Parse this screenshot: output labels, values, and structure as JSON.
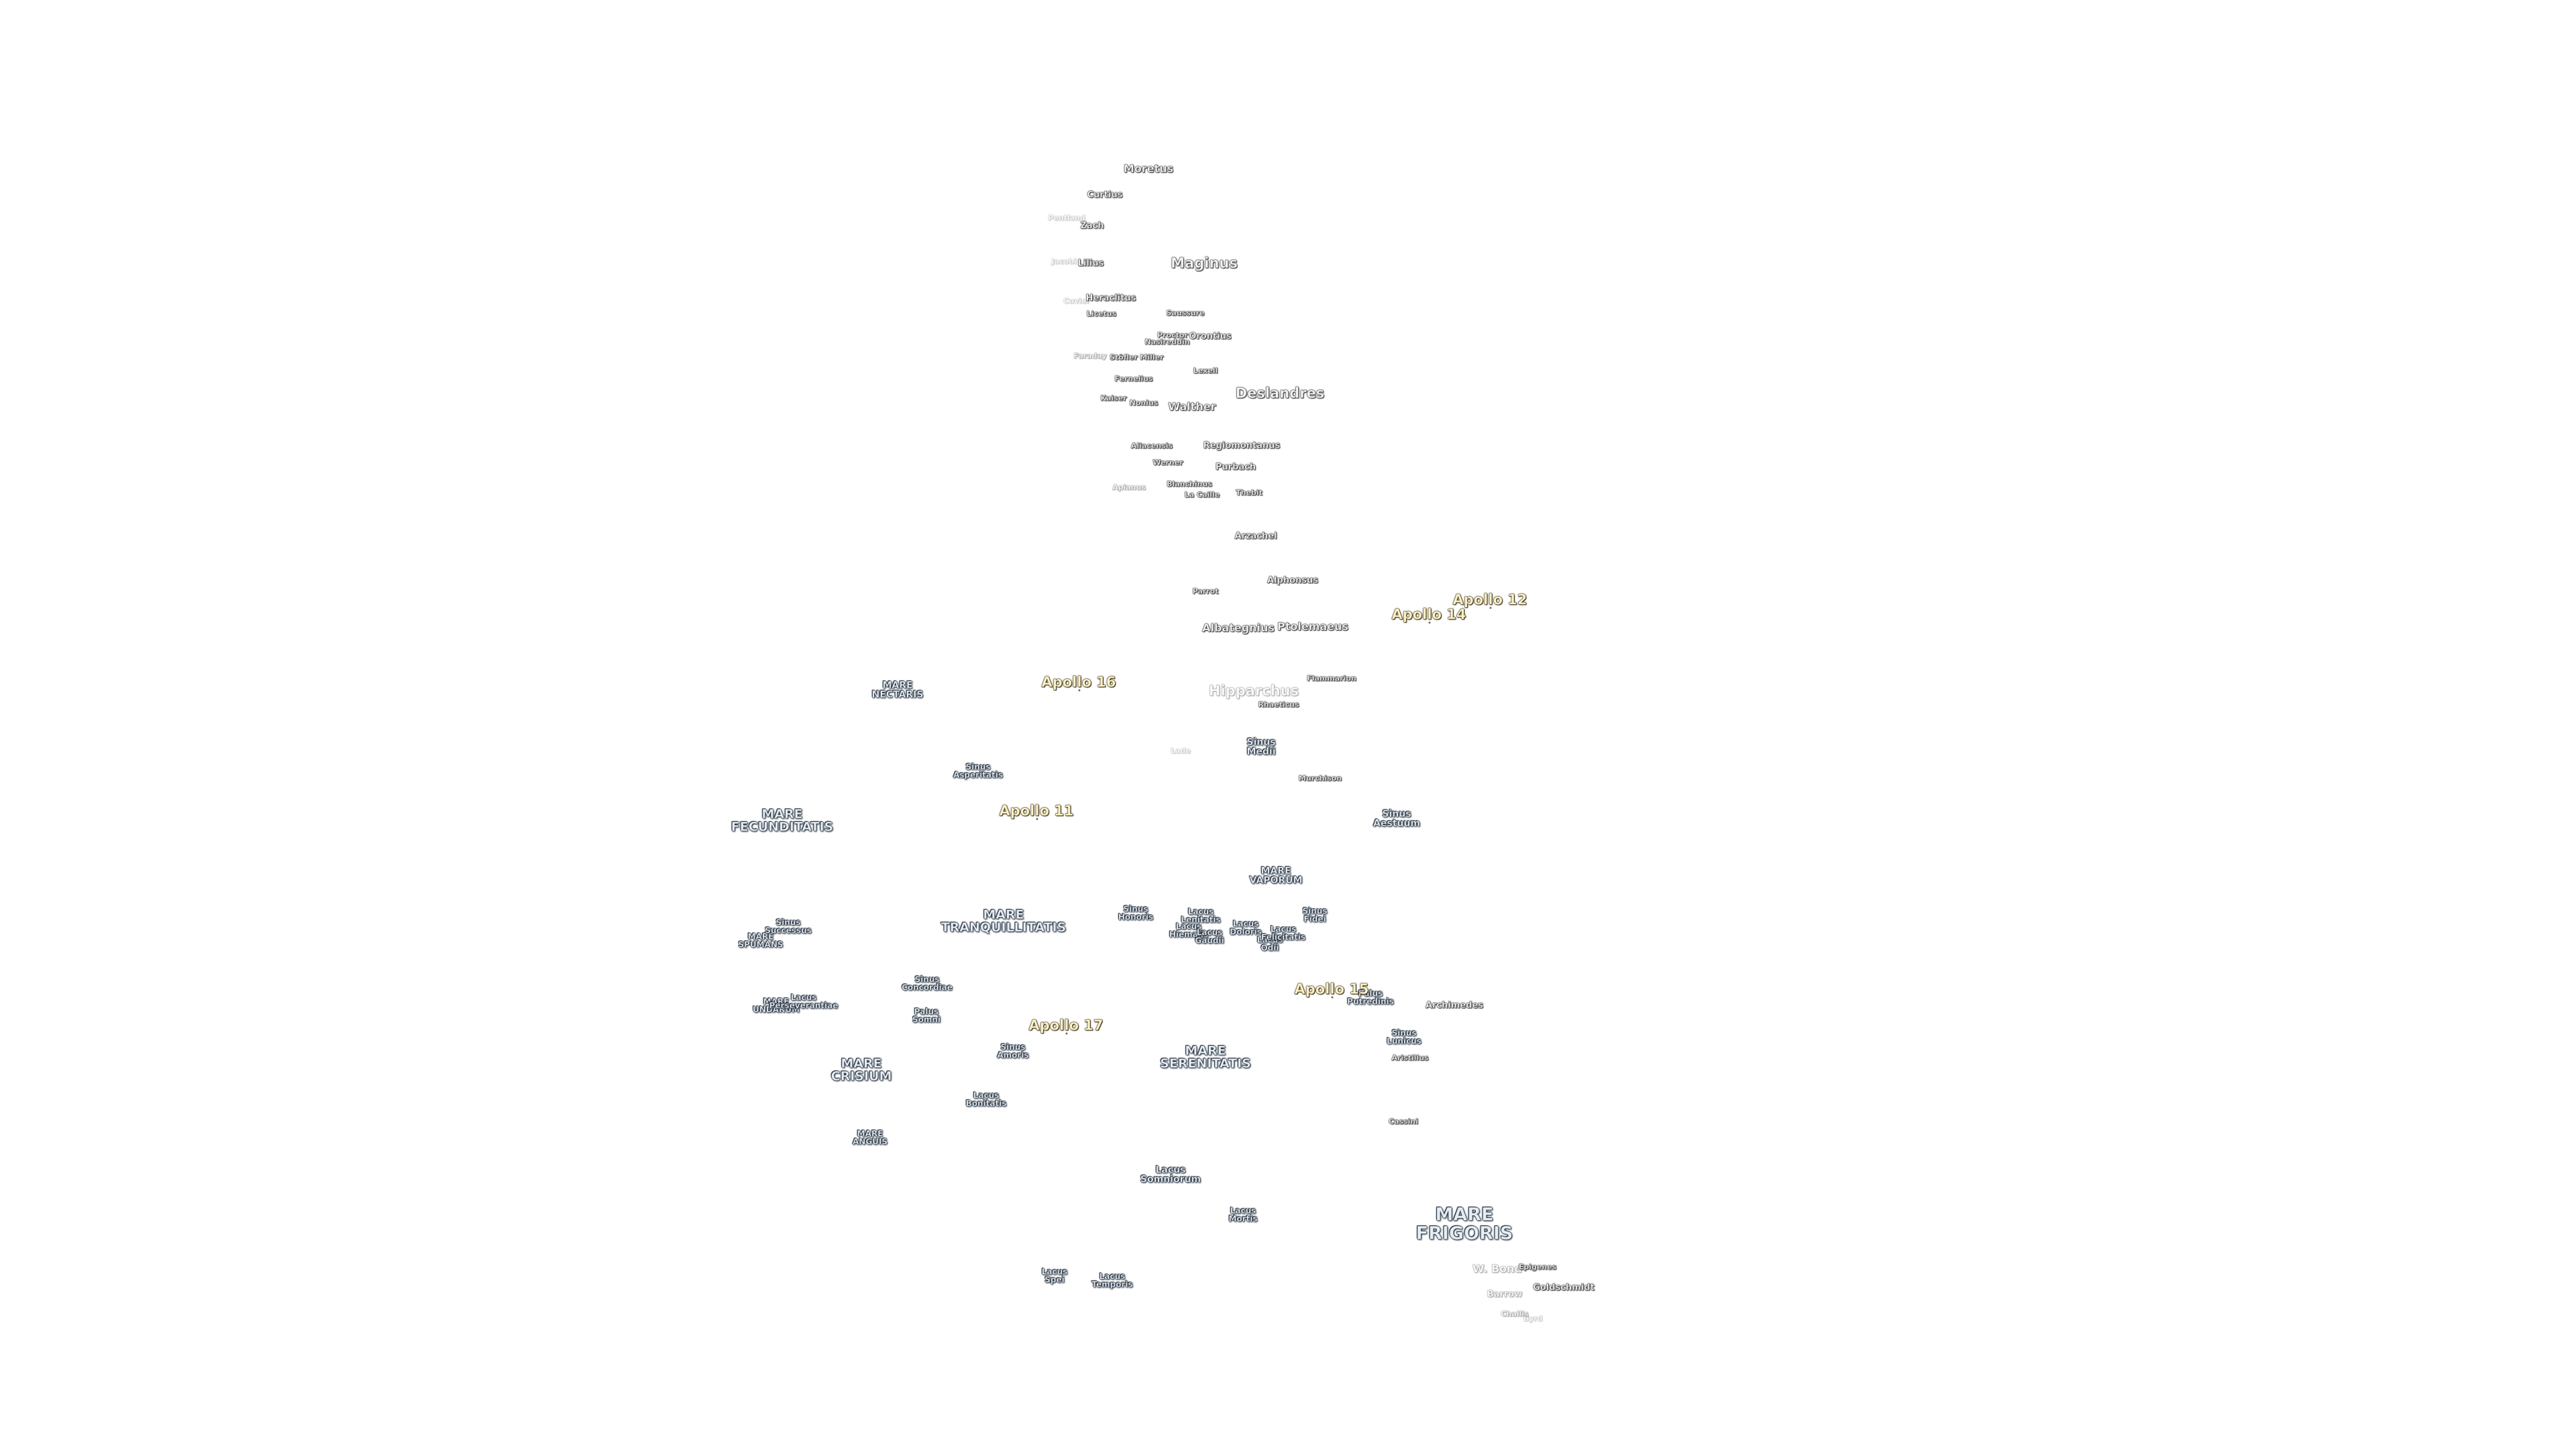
{
  "maria": [
    {
      "id": "mare-nectaris",
      "text": "MARE\nNECTARIS",
      "size": "small",
      "pos": "nectaris"
    },
    {
      "id": "mare-fecunditatis",
      "text": "MARE\nFECUNDITATIS",
      "size": "med",
      "pos": "fecunditatis"
    },
    {
      "id": "mare-tranquillitatis",
      "text": "MARE\nTRANQUILLITATIS",
      "size": "med",
      "pos": "tranquillitatis"
    },
    {
      "id": "mare-vaporum",
      "text": "MARE\nVAPORUM",
      "size": "small",
      "pos": "vaporum"
    },
    {
      "id": "mare-serenitatis",
      "text": "MARE\nSERENITATIS",
      "size": "med",
      "pos": "serenitatis"
    },
    {
      "id": "mare-crisium",
      "text": "MARE\nCRISIUM",
      "size": "med",
      "pos": "crisium"
    },
    {
      "id": "mare-spumans",
      "text": "MARE\nSPUMANS",
      "size": "tiny",
      "pos": "spumans"
    },
    {
      "id": "mare-undarum",
      "text": "MARE\nUNDARUM",
      "size": "tiny",
      "pos": "undarum"
    },
    {
      "id": "mare-anguis",
      "text": "MARE\nANGUIS",
      "size": "tiny",
      "pos": "anguis"
    },
    {
      "id": "mare-frigoris",
      "text": "MARE\nFRIGORIS",
      "size": "big",
      "pos": "frigoris"
    },
    {
      "id": "sinus-asperitatis",
      "text": "Sinus\nAsperitatis",
      "size": "tiny",
      "pos": "asperitatis"
    },
    {
      "id": "sinus-medii",
      "text": "Sinus\nMedii",
      "size": "small",
      "pos": "medii"
    },
    {
      "id": "sinus-aestuum",
      "text": "Sinus\nAestuum",
      "size": "small",
      "pos": "aestuum"
    },
    {
      "id": "sinus-successus",
      "text": "Sinus\nSuccessus",
      "size": "tiny",
      "pos": "successus"
    },
    {
      "id": "sinus-honoris",
      "text": "Sinus\nHonoris",
      "size": "tiny",
      "pos": "honoris"
    },
    {
      "id": "sinus-fidei",
      "text": "Sinus\nFidei",
      "size": "tiny",
      "pos": "fidei"
    },
    {
      "id": "sinus-concordiae",
      "text": "Sinus\nConcordiae",
      "size": "tiny",
      "pos": "concordiae"
    },
    {
      "id": "sinus-amoris",
      "text": "Sinus\nAmoris",
      "size": "tiny",
      "pos": "amoris"
    },
    {
      "id": "sinus-lunicus",
      "text": "Sinus\nLunicus",
      "size": "tiny",
      "pos": "lunicus"
    },
    {
      "id": "palus-somni",
      "text": "Palus\nSomni",
      "size": "tiny",
      "pos": "somni"
    },
    {
      "id": "palus-putredinis",
      "text": "Palus\nPutredinis",
      "size": "tiny",
      "pos": "putredinis"
    },
    {
      "id": "lacus-perseverantiae",
      "text": "Lacus\nPerseverantiae",
      "size": "tiny",
      "pos": "perseverantiae"
    },
    {
      "id": "lacus-bonitatis",
      "text": "Lacus\nBonitatis",
      "size": "tiny",
      "pos": "bonitatis"
    },
    {
      "id": "lacus-somniorum",
      "text": "Lacus\nSomniorum",
      "size": "small",
      "pos": "somniorum"
    },
    {
      "id": "lacus-mortis",
      "text": "Lacus\nMortis",
      "size": "tiny",
      "pos": "mortis"
    },
    {
      "id": "lacus-spei",
      "text": "Lacus\nSpei",
      "size": "tiny",
      "pos": "spei"
    },
    {
      "id": "lacus-temporis",
      "text": "Lacus\nTemporis",
      "size": "tiny",
      "pos": "temporis"
    },
    {
      "id": "lacus-lenitatis",
      "text": "Lacus\nLenitatis",
      "size": "tiny",
      "pos": "lenitatis"
    },
    {
      "id": "lacus-hiemalis",
      "text": "Lacus\nHiemalis",
      "size": "tiny",
      "pos": "hiemalis"
    },
    {
      "id": "lacus-gaudii",
      "text": "Lacus\nGaudii",
      "size": "tiny",
      "pos": "gaudii"
    },
    {
      "id": "lacus-doloris",
      "text": "Lacus\nDoloris",
      "size": "tiny",
      "pos": "doloris"
    },
    {
      "id": "lacus-odii",
      "text": "Lacus\nOdii",
      "size": "tiny",
      "pos": "odii"
    },
    {
      "id": "lacus-felicitatis",
      "text": "Lacus\nFelicitatis",
      "size": "tiny",
      "pos": "felicitatis"
    }
  ],
  "craters": [
    {
      "id": "moretus",
      "text": "Moretus",
      "size": "med",
      "pos": "moretus"
    },
    {
      "id": "curtius",
      "text": "Curtius",
      "size": "small",
      "pos": "curtius"
    },
    {
      "id": "pentland",
      "text": "Pentland",
      "size": "tiny",
      "pos": "pentland",
      "fade": "vfaint"
    },
    {
      "id": "zach",
      "text": "Zach",
      "size": "small",
      "pos": "zach"
    },
    {
      "id": "jacobi",
      "text": "Jacobi",
      "size": "tiny",
      "pos": "jacobi",
      "fade": "vfaint"
    },
    {
      "id": "lilius",
      "text": "Lilius",
      "size": "small",
      "pos": "lilius"
    },
    {
      "id": "maginus",
      "text": "Maginus",
      "size": "big",
      "pos": "maginus"
    },
    {
      "id": "cuvier",
      "text": "Cuvier",
      "size": "tiny",
      "pos": "cuvier",
      "fade": "vfaint"
    },
    {
      "id": "heraclitus",
      "text": "Heraclitus",
      "size": "small",
      "pos": "heraclitus"
    },
    {
      "id": "licetus",
      "text": "Licetus",
      "size": "tiny",
      "pos": "licetus"
    },
    {
      "id": "saussure",
      "text": "Saussure",
      "size": "tiny",
      "pos": "saussure"
    },
    {
      "id": "proctor",
      "text": "Proctor",
      "size": "tiny",
      "pos": "proctor"
    },
    {
      "id": "nasireddin",
      "text": "Nasireddin",
      "size": "tiny",
      "pos": "nasireddin"
    },
    {
      "id": "orontius",
      "text": "Orontius",
      "size": "small",
      "pos": "orontius"
    },
    {
      "id": "paraday",
      "text": "Faraday",
      "size": "tiny",
      "pos": "faraday",
      "fade": "faint"
    },
    {
      "id": "stofler",
      "text": "Stöfler",
      "size": "tiny",
      "pos": "stofler"
    },
    {
      "id": "miller",
      "text": "Miller",
      "size": "tiny",
      "pos": "miller"
    },
    {
      "id": "lexell",
      "text": "Lexell",
      "size": "tiny",
      "pos": "lexell"
    },
    {
      "id": "fernelius",
      "text": "Fernelius",
      "size": "tiny",
      "pos": "fernelius"
    },
    {
      "id": "kaiser",
      "text": "Kaiser",
      "size": "tiny",
      "pos": "kaiser"
    },
    {
      "id": "nonius",
      "text": "Nonius",
      "size": "tiny",
      "pos": "nonius"
    },
    {
      "id": "walther",
      "text": "Walther",
      "size": "med",
      "pos": "walther"
    },
    {
      "id": "deslandres",
      "text": "Deslandres",
      "size": "big",
      "pos": "deslandres"
    },
    {
      "id": "aliacensis",
      "text": "Aliacensis",
      "size": "tiny",
      "pos": "aliacensis"
    },
    {
      "id": "regiomontanus",
      "text": "Regiomontanus",
      "size": "small",
      "pos": "regiomontanus"
    },
    {
      "id": "werner",
      "text": "Werner",
      "size": "tiny",
      "pos": "werner"
    },
    {
      "id": "purbach",
      "text": "Purbach",
      "size": "small",
      "pos": "purbach"
    },
    {
      "id": "apianus",
      "text": "Apianus",
      "size": "tiny",
      "pos": "apianus",
      "fade": "faint"
    },
    {
      "id": "blanchinus",
      "text": "Blanchinus",
      "size": "tiny",
      "pos": "blanchinus"
    },
    {
      "id": "la-caille",
      "text": "La Caille",
      "size": "tiny",
      "pos": "lacaille"
    },
    {
      "id": "thebit",
      "text": "Thebit",
      "size": "tiny",
      "pos": "thebit"
    },
    {
      "id": "arzachel",
      "text": "Arzachel",
      "size": "small",
      "pos": "arzachel"
    },
    {
      "id": "alphonsus",
      "text": "Alphonsus",
      "size": "small",
      "pos": "alphonsus"
    },
    {
      "id": "parrot",
      "text": "Parrot",
      "size": "tiny",
      "pos": "parrot"
    },
    {
      "id": "albategnius",
      "text": "Albategnius",
      "size": "med",
      "pos": "albategnius"
    },
    {
      "id": "ptolemaeus",
      "text": "Ptolemaeus",
      "size": "med",
      "pos": "ptolemaeus"
    },
    {
      "id": "hipparchus",
      "text": "Hipparchus",
      "size": "big",
      "pos": "hipparchus",
      "fade": "faint"
    },
    {
      "id": "flammarion",
      "text": "Flammarion",
      "size": "tiny",
      "pos": "flammarion"
    },
    {
      "id": "rhaeticus",
      "text": "Rhaeticus",
      "size": "tiny",
      "pos": "rhaeticus"
    },
    {
      "id": "lade",
      "text": "Lade",
      "size": "tiny",
      "pos": "lade",
      "fade": "vfaint"
    },
    {
      "id": "murchison",
      "text": "Murchison",
      "size": "tiny",
      "pos": "murchison"
    },
    {
      "id": "archimedes",
      "text": "Archimedes",
      "size": "small",
      "pos": "archimedes"
    },
    {
      "id": "aristillus",
      "text": "Aristillus",
      "size": "tiny",
      "pos": "aristillus"
    },
    {
      "id": "cassini",
      "text": "Cassini",
      "size": "tiny",
      "pos": "cassini"
    },
    {
      "id": "w-bond",
      "text": "W. Bond",
      "size": "med",
      "pos": "wbond",
      "fade": "faint"
    },
    {
      "id": "epigenes",
      "text": "Epigenes",
      "size": "tiny",
      "pos": "epigenes"
    },
    {
      "id": "goldschmidt",
      "text": "Goldschmidt",
      "size": "small",
      "pos": "goldschmidt"
    },
    {
      "id": "barrow",
      "text": "Barrow",
      "size": "small",
      "pos": "barrow",
      "fade": "faint"
    },
    {
      "id": "challis",
      "text": "Challis",
      "size": "tiny",
      "pos": "challis",
      "fade": "faint"
    },
    {
      "id": "byrd",
      "text": "Byrd",
      "size": "tiny",
      "pos": "byrd",
      "fade": "vfaint"
    }
  ],
  "apollo": [
    {
      "id": "apollo-12",
      "text": "Apollo 12",
      "pos": "a12"
    },
    {
      "id": "apollo-14",
      "text": "Apollo 14",
      "pos": "a14"
    },
    {
      "id": "apollo-16",
      "text": "Apollo 16",
      "pos": "a16"
    },
    {
      "id": "apollo-11",
      "text": "Apollo 11",
      "pos": "a11"
    },
    {
      "id": "apollo-15",
      "text": "Apollo 15",
      "pos": "a15"
    },
    {
      "id": "apollo-17",
      "text": "Apollo 17",
      "pos": "a17"
    }
  ]
}
